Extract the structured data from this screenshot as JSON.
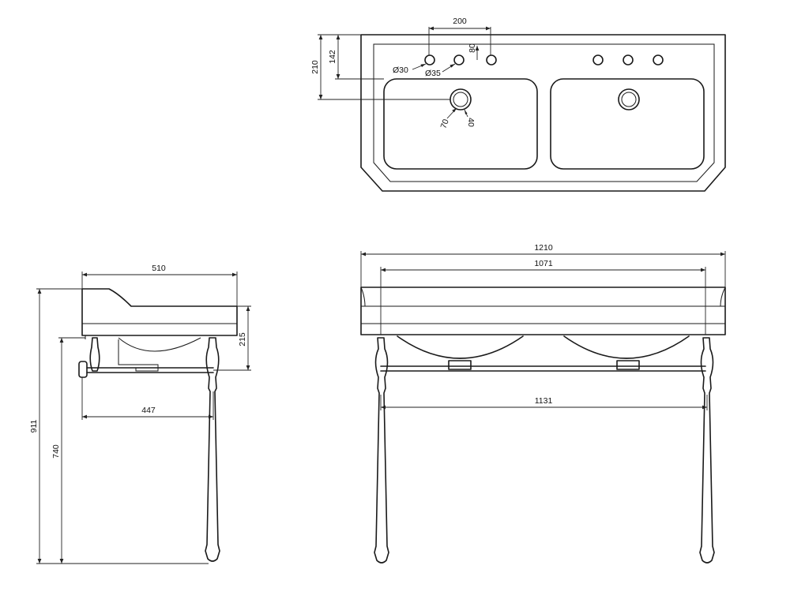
{
  "plan_view": {
    "tap_spacing": "200",
    "hole_offset": "80",
    "tap_hole_diameter": "Ø30",
    "overflow_diameter": "Ø35",
    "depth_to_taps": "142",
    "depth_to_waste": "210",
    "waste_diameter": "70",
    "waste_depth": "40"
  },
  "side_view": {
    "depth": "510",
    "basin_height": "215",
    "stand_depth": "447",
    "total_height": "911",
    "stand_height": "740"
  },
  "front_view": {
    "overall_width": "1210",
    "inner_width": "1071",
    "stand_width": "1131"
  }
}
